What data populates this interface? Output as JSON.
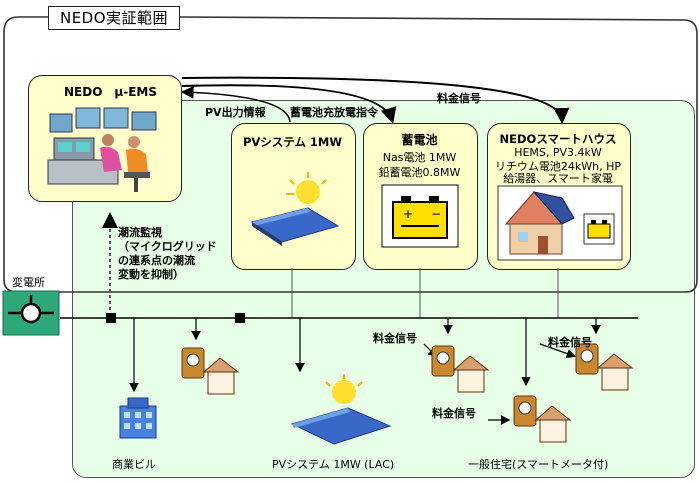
{
  "scope_label": "NEDO実証範囲",
  "ems": {
    "title": "NEDO　μ-EMS"
  },
  "signals": {
    "pv_output_info": "PV出力情報",
    "battery_command": "蓄電池充放電指令",
    "price_top": "料金信号",
    "price_1": "料金信号",
    "price_2": "料金信号",
    "price_3": "料金信号"
  },
  "pv_system": {
    "title": "PVシステム 1MW"
  },
  "battery": {
    "title": "蓄電池",
    "line1": "Nas電池 1MW",
    "line2": "鉛蓄電池0.8MW"
  },
  "smart_house": {
    "title": "NEDOスマートハウス",
    "line1": "HEMS, PV3.4kW",
    "line2": "リチウム電池24kWh, HP",
    "line3": "給湯器、スマート家電"
  },
  "flow_monitor": {
    "line1": "潮流監視",
    "line2": "（マイクログリッド",
    "line3": "の連系点の潮流",
    "line4": "変動を抑制）"
  },
  "substation": {
    "label": "変電所"
  },
  "bottom_labels": {
    "commercial": "商業ビル",
    "pv_lac": "PVシステム 1MW (LAC)",
    "homes": "一般住宅(スマートメータ付)"
  },
  "colors": {
    "area_fill": "#e6ffe6",
    "box_fill": "#ffffcc",
    "substation": "#2ea87a"
  }
}
